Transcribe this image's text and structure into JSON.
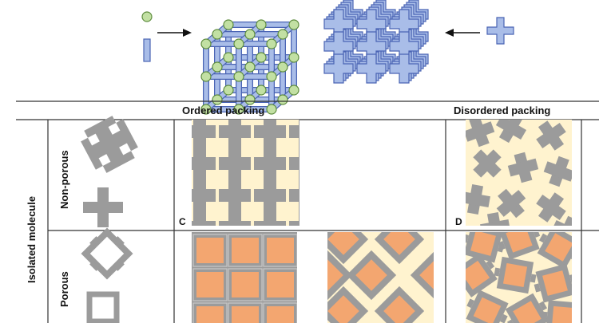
{
  "colors": {
    "blue_fill": "#a9bde8",
    "blue_stroke": "#4a64b4",
    "green_fill": "#c2e0a3",
    "green_stroke": "#5e8c3e",
    "grey": "#9b9b9b",
    "cream": "#fff3cf",
    "orange": "#f3a670",
    "line": "#333333"
  },
  "headers": {
    "ordered": "Ordered packing",
    "disordered": "Disordered packing"
  },
  "row_labels": {
    "isolated": "Isolated molecule",
    "nonporous": "Non-porous",
    "porous": "Porous"
  },
  "panel_letters": {
    "c": "C",
    "d": "D"
  },
  "icons": [
    "sphere-icon",
    "rod-icon",
    "cross-icon",
    "arrow-right-icon",
    "arrow-left-icon",
    "framework-cube-icon",
    "cross-stack-icon"
  ]
}
